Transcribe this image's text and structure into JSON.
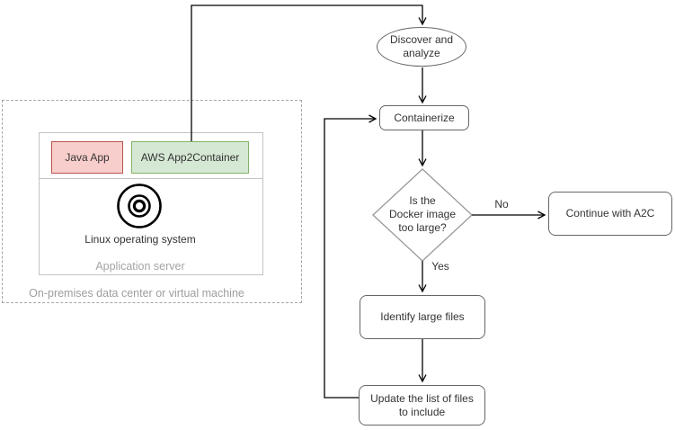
{
  "on_premises": {
    "label": "On-premises data center or virtual machine",
    "application_server": {
      "label": "Application server",
      "java_app_label": "Java App",
      "app2container_label": "AWS App2Container",
      "os_label": "Linux operating system",
      "os_icon": "concentric-circles-os-icon"
    }
  },
  "flowchart": {
    "discover_line1": "Discover and",
    "discover_line2": "analyze",
    "containerize_label": "Containerize",
    "decision_line1": "Is the",
    "decision_line2": "Docker image",
    "decision_line3": "too large?",
    "no_label": "No",
    "yes_label": "Yes",
    "continue_label": "Continue with A2C",
    "identify_label": "Identify large files",
    "update_line1": "Update the list of files",
    "update_line2": "to include"
  },
  "colors": {
    "java_app_fill": "#f8cecc",
    "java_app_stroke": "#b85450",
    "app2container_fill": "#d5e8d4",
    "app2container_stroke": "#82b366",
    "node_stroke": "#666666",
    "decision_stroke": "#999999",
    "container_stroke": "#c3c3c3",
    "dashed_stroke": "#a6a6a6",
    "muted_text": "#9e9e9e",
    "connector": "#000000"
  }
}
